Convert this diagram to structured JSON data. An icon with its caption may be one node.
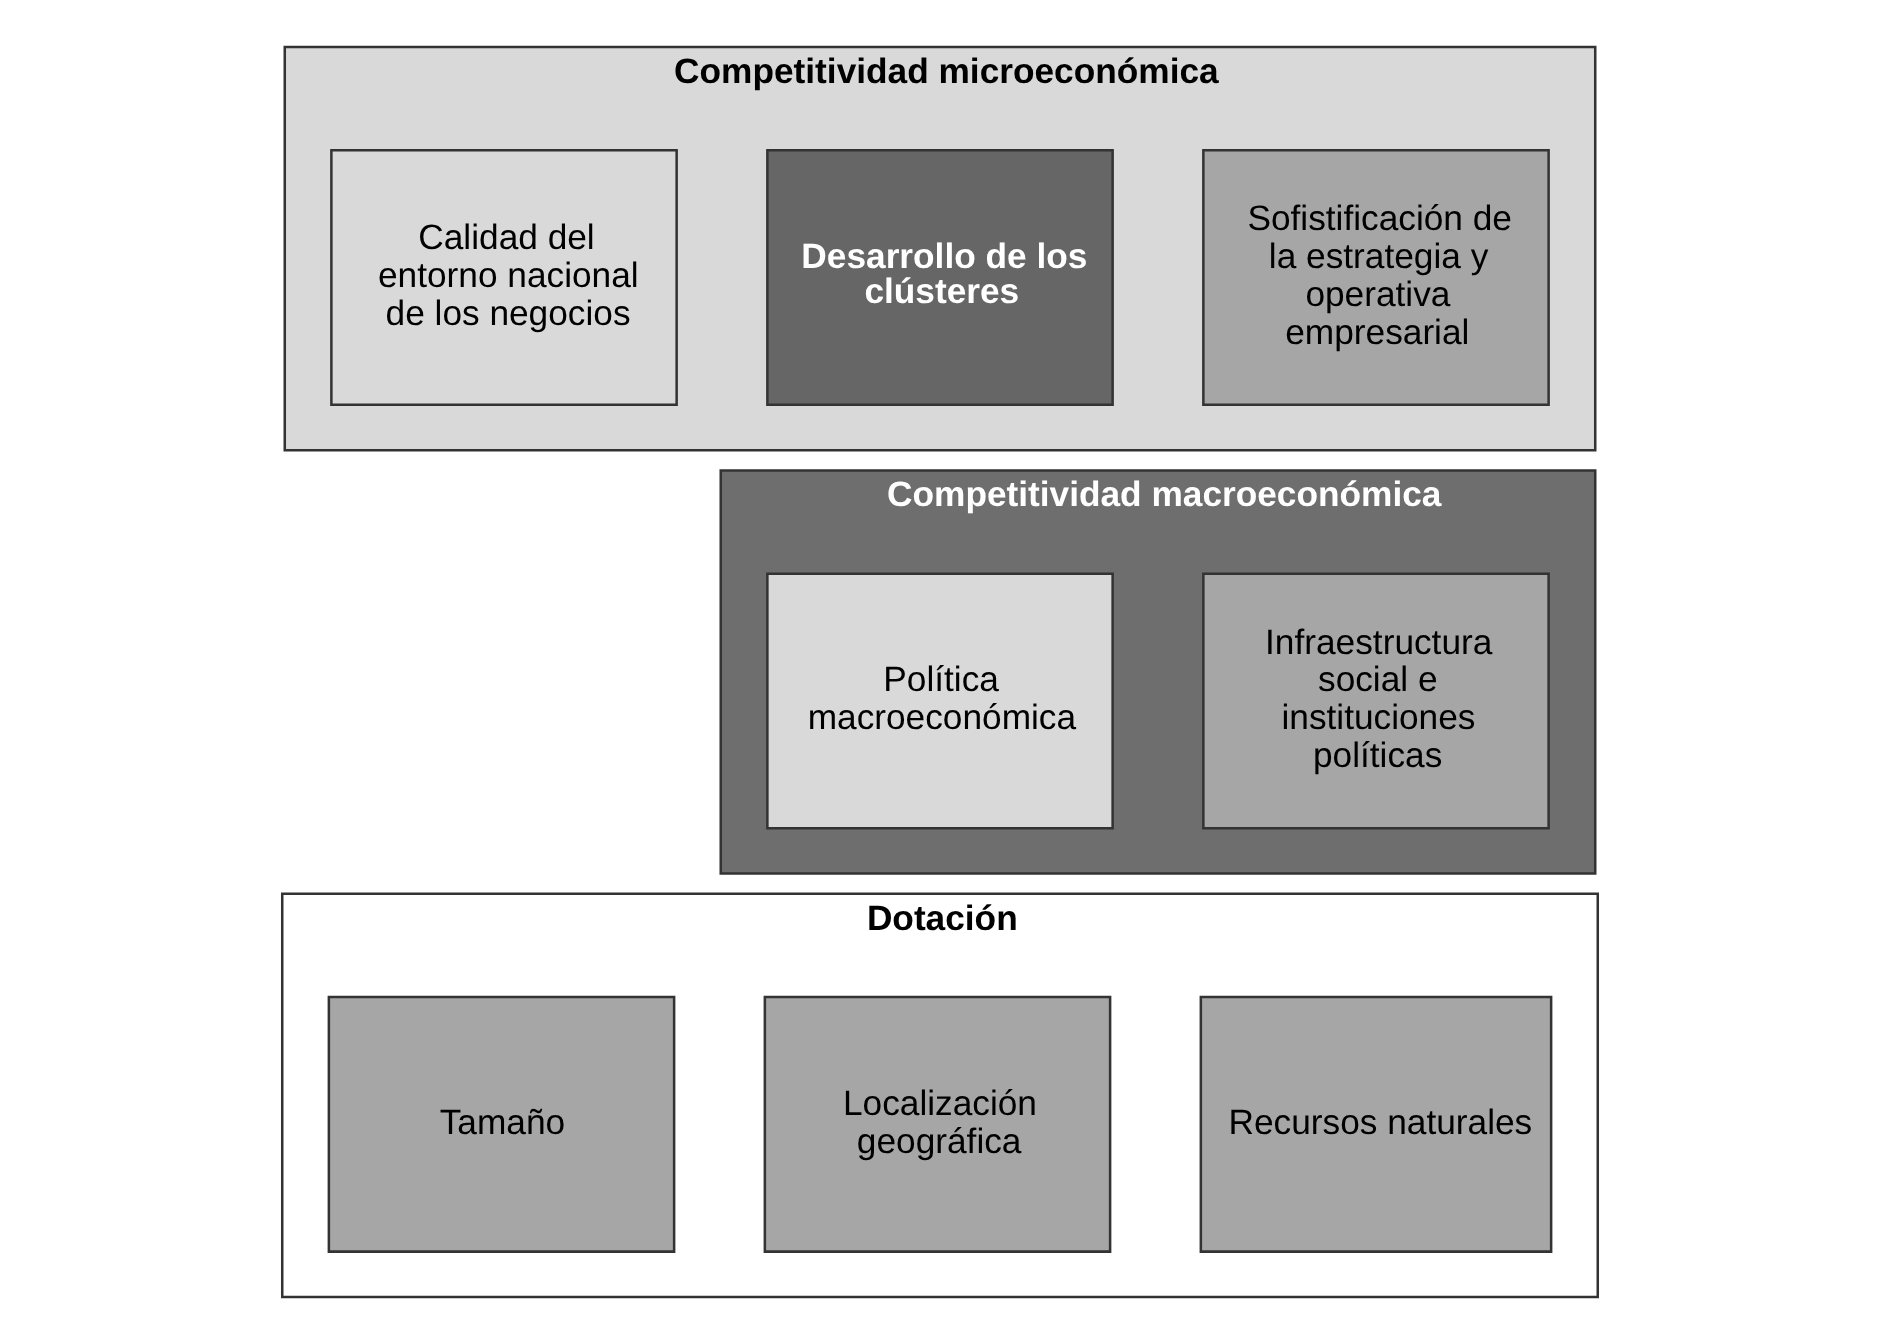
{
  "diagram": {
    "nodes": [
      {
        "text": [
          "Competitividad microeconómica"
        ]
      },
      {
        "text": [
          "Sofistificación de la estrategia y operativa empresarial"
        ],
        "in": 0
      },
      {
        "text": [
          "Desarrollo de los clústeres"
        ],
        "in": 0
      },
      {
        "text": [
          "Calidad del entorno nacional de los negocios"
        ],
        "in": 0
      },
      {
        "text": [
          "Competitividad macroeconómica"
        ]
      },
      {
        "text": [
          "Infraestructura social e instituciones políticas"
        ],
        "in": 4
      },
      {
        "text": [
          "Política macroeconómica"
        ],
        "in": 4
      },
      {
        "text": [
          "Dotación"
        ]
      },
      {
        "text": [
          "Recursos naturales"
        ],
        "in": 7
      },
      {
        "text": [
          "Localización geográfica"
        ],
        "in": 7
      },
      {
        "text": [
          "Tamaño"
        ],
        "in": 7
      }
    ]
  }
}
